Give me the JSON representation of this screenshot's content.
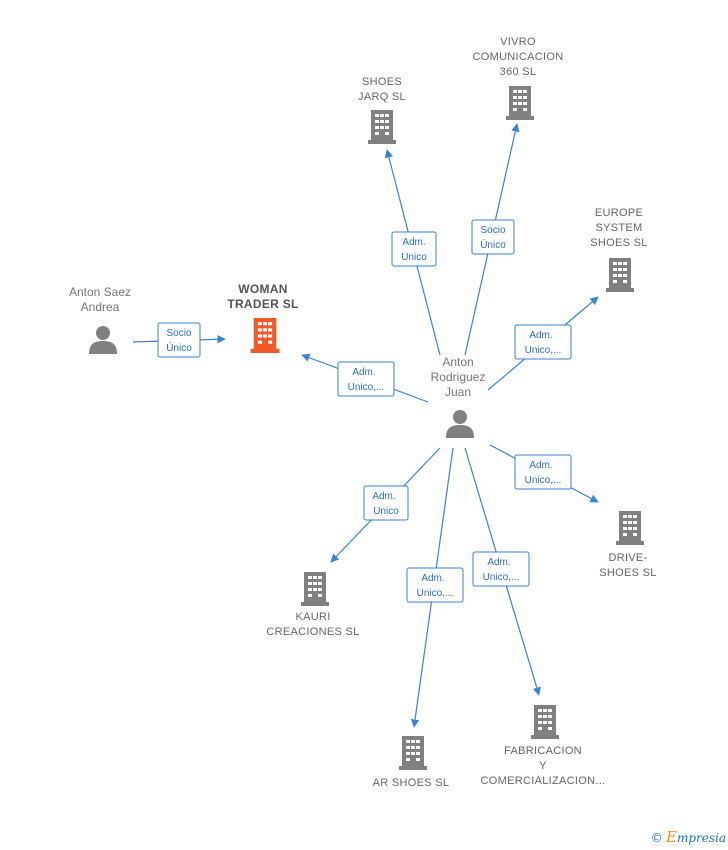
{
  "nodes": {
    "shoes_jarq": {
      "lines": [
        "SHOES",
        "JARQ SL"
      ]
    },
    "vivro": {
      "lines": [
        "VIVRO",
        "COMUNICACION",
        "360  SL"
      ]
    },
    "europe": {
      "lines": [
        "EUROPE",
        "SYSTEM",
        "SHOES  SL"
      ]
    },
    "woman": {
      "lines": [
        "WOMAN",
        "TRADER  SL"
      ]
    },
    "anton_saez": {
      "lines": [
        "Anton Saez",
        "Andrea"
      ]
    },
    "anton_rod": {
      "lines": [
        "Anton",
        "Rodriguez",
        "Juan"
      ]
    },
    "drive": {
      "lines": [
        "DRIVE-",
        "SHOES  SL"
      ]
    },
    "kauri": {
      "lines": [
        "KAURI",
        "CREACIONES SL"
      ]
    },
    "ar_shoes": {
      "lines": [
        "AR SHOES SL"
      ]
    },
    "fabricacion": {
      "lines": [
        "FABRICACION",
        "Y",
        "COMERCIALIZACION..."
      ]
    }
  },
  "edges": {
    "to_shoes_jarq": [
      "Adm.",
      "Unico"
    ],
    "to_vivro": [
      "Socio",
      "Único"
    ],
    "to_europe": [
      "Adm.",
      "Unico,..."
    ],
    "to_woman_from_rod": [
      "Adm.",
      "Unico,..."
    ],
    "to_woman_from_saez": [
      "Socio",
      "Único"
    ],
    "to_drive": [
      "Adm.",
      "Unico,..."
    ],
    "to_kauri": [
      "Adm.",
      "Unico"
    ],
    "to_ar_shoes": [
      "Adm.",
      "Unico,..."
    ],
    "to_fabricacion": [
      "Adm.",
      "Unico,..."
    ]
  },
  "colors": {
    "edge": "#3b82d6",
    "building": "#808080",
    "focus_building": "#f05a2a",
    "person": "#808080"
  },
  "footer": {
    "copyright": "©",
    "brand_initial": "E",
    "brand_rest": "mpresia"
  }
}
